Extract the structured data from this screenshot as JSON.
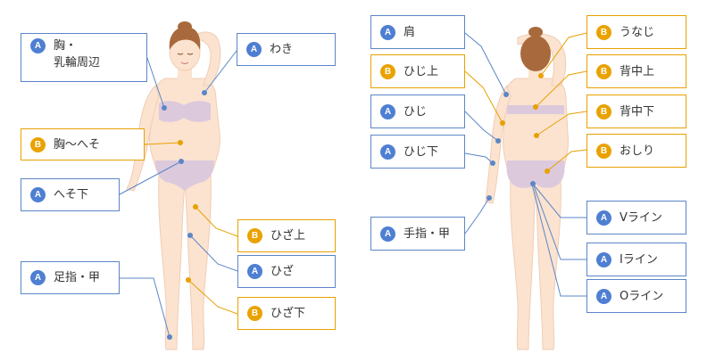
{
  "colors": {
    "group_a": "#5b86c8",
    "group_b": "#e8a000",
    "skin": "#fbe3d0",
    "underwear": "#dcc9dc",
    "hair": "#a86a3c"
  },
  "front_view": {
    "labels": [
      {
        "badge": "A",
        "text": "胸・\n乳輪周辺"
      },
      {
        "badge": "A",
        "text": "わき"
      },
      {
        "badge": "B",
        "text": "胸〜へそ"
      },
      {
        "badge": "A",
        "text": "へそ下"
      },
      {
        "badge": "B",
        "text": "ひざ上"
      },
      {
        "badge": "A",
        "text": "ひざ"
      },
      {
        "badge": "A",
        "text": "足指・甲"
      },
      {
        "badge": "B",
        "text": "ひざ下"
      }
    ]
  },
  "back_view": {
    "labels": [
      {
        "badge": "A",
        "text": "肩"
      },
      {
        "badge": "B",
        "text": "ひじ上"
      },
      {
        "badge": "A",
        "text": "ひじ"
      },
      {
        "badge": "A",
        "text": "ひじ下"
      },
      {
        "badge": "A",
        "text": "手指・甲"
      },
      {
        "badge": "B",
        "text": "うなじ"
      },
      {
        "badge": "B",
        "text": "背中上"
      },
      {
        "badge": "B",
        "text": "背中下"
      },
      {
        "badge": "B",
        "text": "おしり"
      },
      {
        "badge": "A",
        "text": "Vライン"
      },
      {
        "badge": "A",
        "text": "Iライン"
      },
      {
        "badge": "A",
        "text": "Oライン"
      }
    ]
  }
}
